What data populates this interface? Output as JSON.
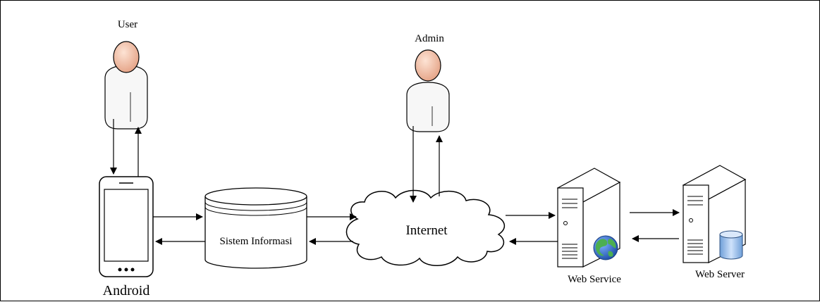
{
  "labels": {
    "user": "User",
    "admin": "Admin",
    "android": "Android",
    "sistem_informasi": "Sistem Informasi",
    "internet": "Internet",
    "web_service": "Web Service",
    "web_server": "Web Server"
  },
  "colors": {
    "stroke": "#000000",
    "person_head": "#f2c3a8",
    "person_body": "#f7f7f7",
    "server_body": "#ffffff",
    "globe_blue": "#2f6fd1",
    "globe_green": "#4caf50",
    "db_blue": "#a8c8f0"
  },
  "icons": {
    "user": "person-icon",
    "admin": "person-icon",
    "android": "smartphone-icon",
    "sistem_informasi": "database-cylinder-icon",
    "internet": "cloud-icon",
    "web_service": "server-globe-icon",
    "web_server": "server-database-icon"
  }
}
